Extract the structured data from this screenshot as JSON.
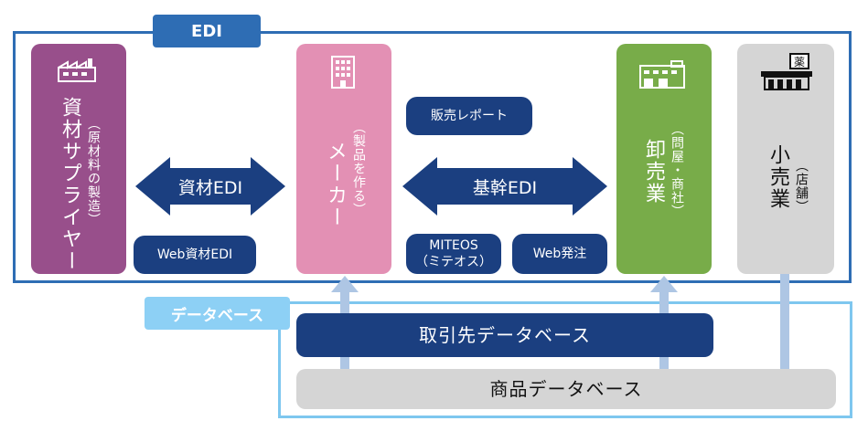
{
  "edi": {
    "label": "EDI"
  },
  "database": {
    "label": "データベース"
  },
  "columns": {
    "supplier": {
      "title": "資材サプライヤー",
      "sub": "（原材料の製造）",
      "color": "#984f8b"
    },
    "maker": {
      "title": "メーカー",
      "sub": "（製品を作る）",
      "color": "#e390b4"
    },
    "wholesale": {
      "title": "卸売業",
      "sub": "（問屋・商社）",
      "color": "#78ac49"
    },
    "retail": {
      "title": "小売業",
      "sub": "（店舗）",
      "color": "#d5d5d5"
    }
  },
  "arrows": {
    "shizai_edi": "資材EDI",
    "kikan_edi": "基幹EDI"
  },
  "pills": {
    "web_shizai_edi": "Web資材EDI",
    "sales_report": "販売レポート",
    "miteos_line1": "MITEOS",
    "miteos_line2": "（ミテオス）",
    "web_order": "Web発注"
  },
  "bars": {
    "partner_db": "取引先データベース",
    "product_db": "商品データベース"
  },
  "icons": {
    "factory": "factory-icon",
    "building": "office-building-icon",
    "warehouse": "warehouse-icon",
    "pharmacy_sign": "薬"
  }
}
